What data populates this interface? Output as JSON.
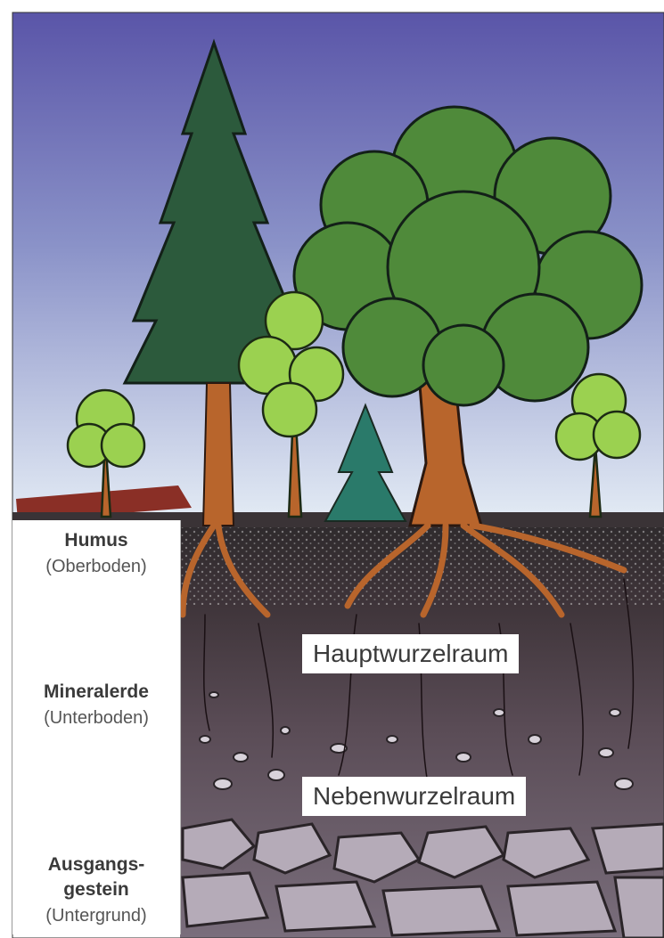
{
  "layers": [
    {
      "name": "Humus",
      "sub": "(Oberboden)"
    },
    {
      "name": "Mineralerde",
      "sub": "(Unterboden)"
    },
    {
      "name_line1": "Ausgangs-",
      "name_line2": "gestein",
      "sub": "(Untergrund)"
    }
  ],
  "zones": {
    "main_roots": "Hauptwurzelraum",
    "secondary_roots": "Nebenwurzelraum"
  },
  "colors": {
    "sky_top": "#5a55a8",
    "sky_bottom": "#dfe8f3",
    "spruce": "#2c5a3c",
    "oak": "#4f8a3a",
    "young_tree": "#9bd150",
    "trunk": "#b8652c",
    "humus": "#2e2a2c",
    "subsoil": "#5a4c56",
    "bedrock": "#7a6e7c"
  }
}
